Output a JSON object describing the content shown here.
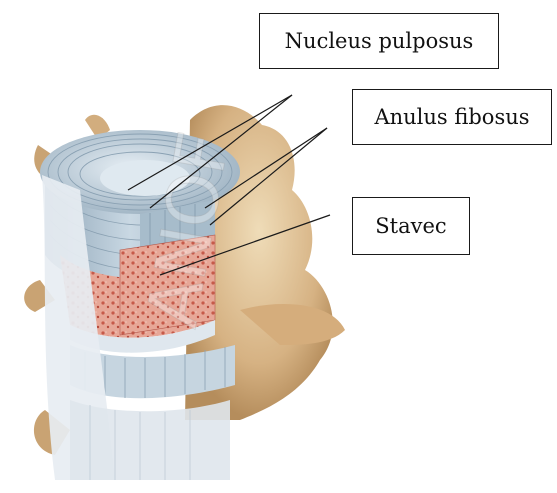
{
  "labels": {
    "nucleus": "Nucleus pulposus",
    "anulus": "Anulus fibosus",
    "stavec": "Stavec"
  },
  "watermark": "ANOF",
  "colors": {
    "bone": "#d9b98c",
    "disc": "#b8c9d6",
    "ligament": "#dfe7ee",
    "cancellous": "#d9897a",
    "line": "#1a1a1a"
  }
}
